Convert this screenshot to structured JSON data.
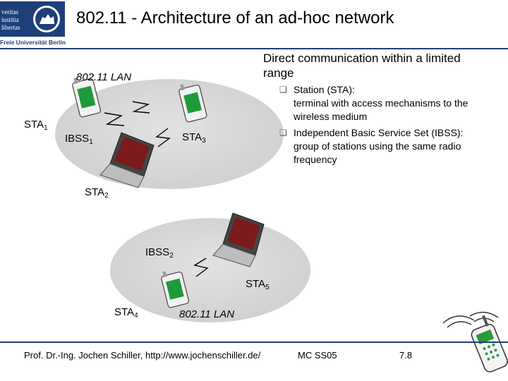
{
  "header": {
    "logo_motto": [
      "veritas",
      "iustitia",
      "libertas"
    ],
    "logo_university": "Freie Universität Berlin",
    "title": "802.11 - Architecture of an ad-hoc network"
  },
  "diagram": {
    "lan_label": "802.11 LAN",
    "range_text": "Direct communication within a limited range",
    "networks": [
      {
        "name": "IBSS",
        "index": "1"
      },
      {
        "name": "IBSS",
        "index": "2"
      }
    ],
    "stations": [
      {
        "name": "STA",
        "index": "1"
      },
      {
        "name": "STA",
        "index": "2"
      },
      {
        "name": "STA",
        "index": "3"
      },
      {
        "name": "STA",
        "index": "4"
      },
      {
        "name": "STA",
        "index": "5"
      }
    ]
  },
  "bullets": [
    {
      "head": "Station (STA):",
      "body": "terminal with access mechanisms to the wireless medium"
    },
    {
      "head": "Independent Basic Service Set (IBSS):",
      "body": "group of stations using the same radio frequency"
    }
  ],
  "footer": {
    "author": "Prof. Dr.-Ing. Jochen Schiller, http://www.jochenschiller.de/",
    "course": "MC SS05",
    "page": "7.8"
  },
  "colors": {
    "accent": "#1f3f7a",
    "cell": "#d4d4d4",
    "pda_screen": "#1f9a3a"
  }
}
